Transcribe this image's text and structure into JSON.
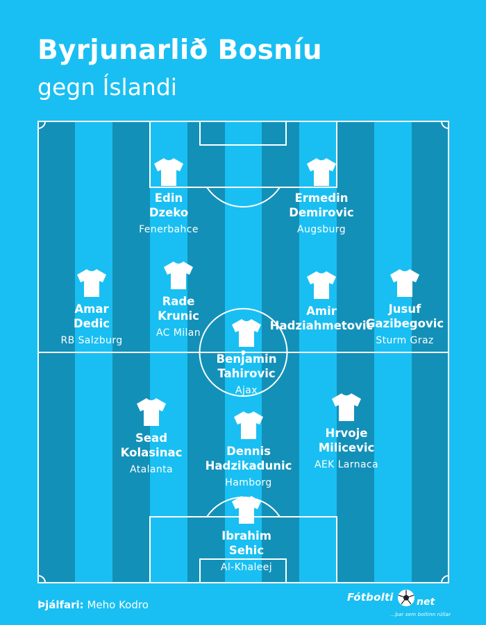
{
  "header": {
    "title": "Byrjunarlið Bosníu",
    "subtitle": "gegn Íslandi"
  },
  "colors": {
    "background": "#19bff2",
    "stripe_dark": "#1390b8",
    "stripe_light": "#19bff2",
    "lines": "#ffffff"
  },
  "icons": {
    "player_shirt": "shirt-icon",
    "logo_ball": "soccer-ball-icon"
  },
  "players": [
    {
      "id": "dzeko",
      "name": "Edin\nDzeko",
      "club": "Fenerbahce"
    },
    {
      "id": "demirovic",
      "name": "Ermedin\nDemirovic",
      "club": "Augsburg"
    },
    {
      "id": "dedic",
      "name": "Amar\nDedic",
      "club": "RB Salzburg"
    },
    {
      "id": "krunic",
      "name": "Rade\nKrunic",
      "club": "AC Milan"
    },
    {
      "id": "hadziahmetovic",
      "name": "Amir\nHadziahmetovic",
      "club": ""
    },
    {
      "id": "gazibegovic",
      "name": "Jusuf\nGazibegovic",
      "club": "Sturm Graz"
    },
    {
      "id": "tahirovic",
      "name": "Benjamin\nTahirovic",
      "club": "Ajax"
    },
    {
      "id": "kolasinac",
      "name": "Sead\nKolasinac",
      "club": "Atalanta"
    },
    {
      "id": "hadzikadunic",
      "name": "Dennis\nHadzikadunic",
      "club": "Hamborg"
    },
    {
      "id": "milicevic",
      "name": "Hrvoje\nMilicevic",
      "club": "AEK Larnaca"
    },
    {
      "id": "sehic",
      "name": "Ibrahim\nSehic",
      "club": "Al-Khaleej"
    }
  ],
  "footer": {
    "coach_label": "Þjálfari:",
    "coach_name": "Meho Kodro"
  },
  "logo": {
    "text": "Fótbolti",
    "net": "net",
    "slogan": "...þar sem boltinn rúllar"
  }
}
